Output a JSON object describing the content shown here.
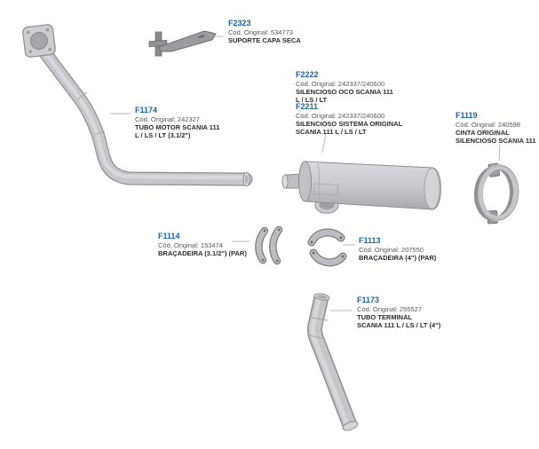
{
  "colors": {
    "background": "#ffffff",
    "part_number_blue": "#1c63a8",
    "code_text": "#57575b",
    "desc_text": "#2b2a2e",
    "leader_line": "#b9b9b9",
    "metal_light": "#d8d8dc",
    "metal_mid": "#c7c7cb",
    "metal_dark": "#8e8e93"
  },
  "parts": [
    {
      "id": "F2323",
      "code": "Cód. Original: 534773",
      "line1": "SUPORTE CAPA SECA",
      "line2": "",
      "drawing": "dry-cover-bracket"
    },
    {
      "id": "F1174",
      "code": "Cód. Original: 242327",
      "line1": "TUBO MOTOR SCANIA 111",
      "line2": "L / LS / LT (3.1/2\")",
      "drawing": "engine-pipe"
    },
    {
      "id": "F2222",
      "code": "Cód. Original: 242337/240600",
      "line1": "SILENCIOSO OCO SCANIA 111",
      "line2": "L / LS / LT",
      "drawing": "muffler"
    },
    {
      "id": "F2211",
      "code": "Cód. Original: 242337/240600",
      "line1": "SILENCIOSO SISTEMA ORIGINAL",
      "line2": "SCANIA 111 L / LS / LT",
      "drawing": "muffler"
    },
    {
      "id": "F1119",
      "code": "Cód. Original: 240598",
      "line1": "CINTA ORIGINAL",
      "line2": "SILENCIOSO SCANIA 111",
      "drawing": "muffler-band-clamp"
    },
    {
      "id": "F1114",
      "code": "Cód. Original: 153474",
      "line1": "BRAÇADEIRA (3.1/2\") (PAR)",
      "line2": "",
      "drawing": "clamp-pair-3-1-2"
    },
    {
      "id": "F1113",
      "code": "Cód. Original: 207550",
      "line1": "BRAÇADEIRA (4\") (PAR)",
      "line2": "",
      "drawing": "clamp-pair-4"
    },
    {
      "id": "F1173",
      "code": "Cód. Original: 255527",
      "line1": "TUBO TERMINAL",
      "line2": "SCANIA 111 L / LS / LT (4\")",
      "drawing": "tail-pipe"
    }
  ]
}
